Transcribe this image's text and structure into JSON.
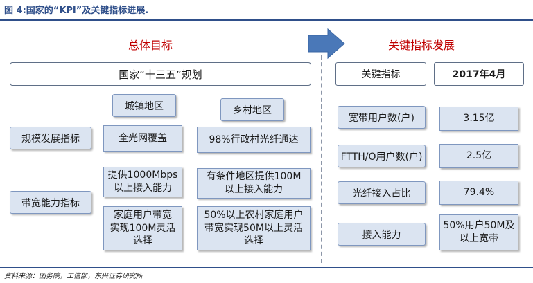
{
  "figure_title": "图 4:国家的“KPI”及关键指标进展.",
  "left_section": {
    "title": "总体目标",
    "plan_banner": "国家“十三五”规划",
    "col_urban": "城镇地区",
    "col_rural": "乡村地区",
    "row_scale": "规模发展指标",
    "row_bandwidth": "带宽能力指标",
    "scale_urban": "全光网覆盖",
    "scale_rural": "98%行政村光纤通达",
    "bw1_urban": "提供1000Mbps\n以上接入能力",
    "bw1_rural": "有条件地区提供100M\n以上接入能力",
    "bw2_urban": "家庭用户带宽\n实现100M灵活\n选择",
    "bw2_rural": "50%以上农村家庭用户\n带宽实现50M以上灵活\n选择"
  },
  "right_section": {
    "title": "关键指标发展",
    "col_indicator": "关键指标",
    "col_date": "2017年4月",
    "rows": [
      {
        "label": "宽带用户数(户)",
        "value": "3.15亿"
      },
      {
        "label": "FTTH/O用户数(户)",
        "value": "2.5亿"
      },
      {
        "label": "光纤接入占比",
        "value": "79.4%"
      },
      {
        "label": "接入能力",
        "value": "50%用户50M及\n以上宽带"
      }
    ]
  },
  "source_note": "资料来源：国务院，工信部，东兴证券研究所",
  "colors": {
    "accent_blue": "#2f4f8a",
    "title_red": "#c00000",
    "box_fill": "#dbe4f1",
    "arrow_fill": "#4a78b8"
  }
}
